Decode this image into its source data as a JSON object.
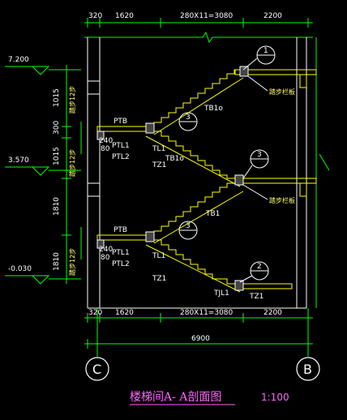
{
  "colors": {
    "background": "#000000",
    "dimension": "#00ff00",
    "wall": "#ffff00",
    "axis": "#ffffff",
    "title": "#ff66ff",
    "structure": "#ffffff"
  },
  "dims": {
    "top": [
      "320",
      "1620",
      "280X11=3080",
      "2200"
    ],
    "bottom": [
      "320",
      "1620",
      "280X11=3080",
      "2200"
    ],
    "total": "6900",
    "left_side": [
      "1015",
      "300",
      "1015",
      "1810",
      "1810"
    ],
    "left_notes": [
      "踏步12步",
      "踏步12步",
      "踏步12步"
    ]
  },
  "levels": [
    "7.200",
    "3.570",
    "-0.030"
  ],
  "labels": {
    "ptb_1": "PTB",
    "ptb_2": "PTB",
    "ptl1_1": "PTL1",
    "ptl2_1": "PTL2",
    "ptl1_2": "PTL1",
    "ptl2_2": "PTL2",
    "tl1_1": "TL1",
    "tz1_1": "TZ1",
    "tl1_2": "TL1",
    "tz1_2": "TZ1",
    "tb1_upper": "TB1o",
    "tb1_mid": "TB1o",
    "tb1_lower": "TB1",
    "tjl1": "TJL1",
    "tz1_3": "TZ1",
    "d240_1": "240",
    "d240_2": "240",
    "d80_1": "80",
    "d80_2": "80",
    "railing_1": "踏步栏板",
    "railing_2": "踏步栏板"
  },
  "callouts": [
    "1",
    "3",
    "3",
    "3",
    "2"
  ],
  "axes": [
    "C",
    "B"
  ],
  "title": "楼梯间A- A剖面图",
  "scale": "1:100"
}
